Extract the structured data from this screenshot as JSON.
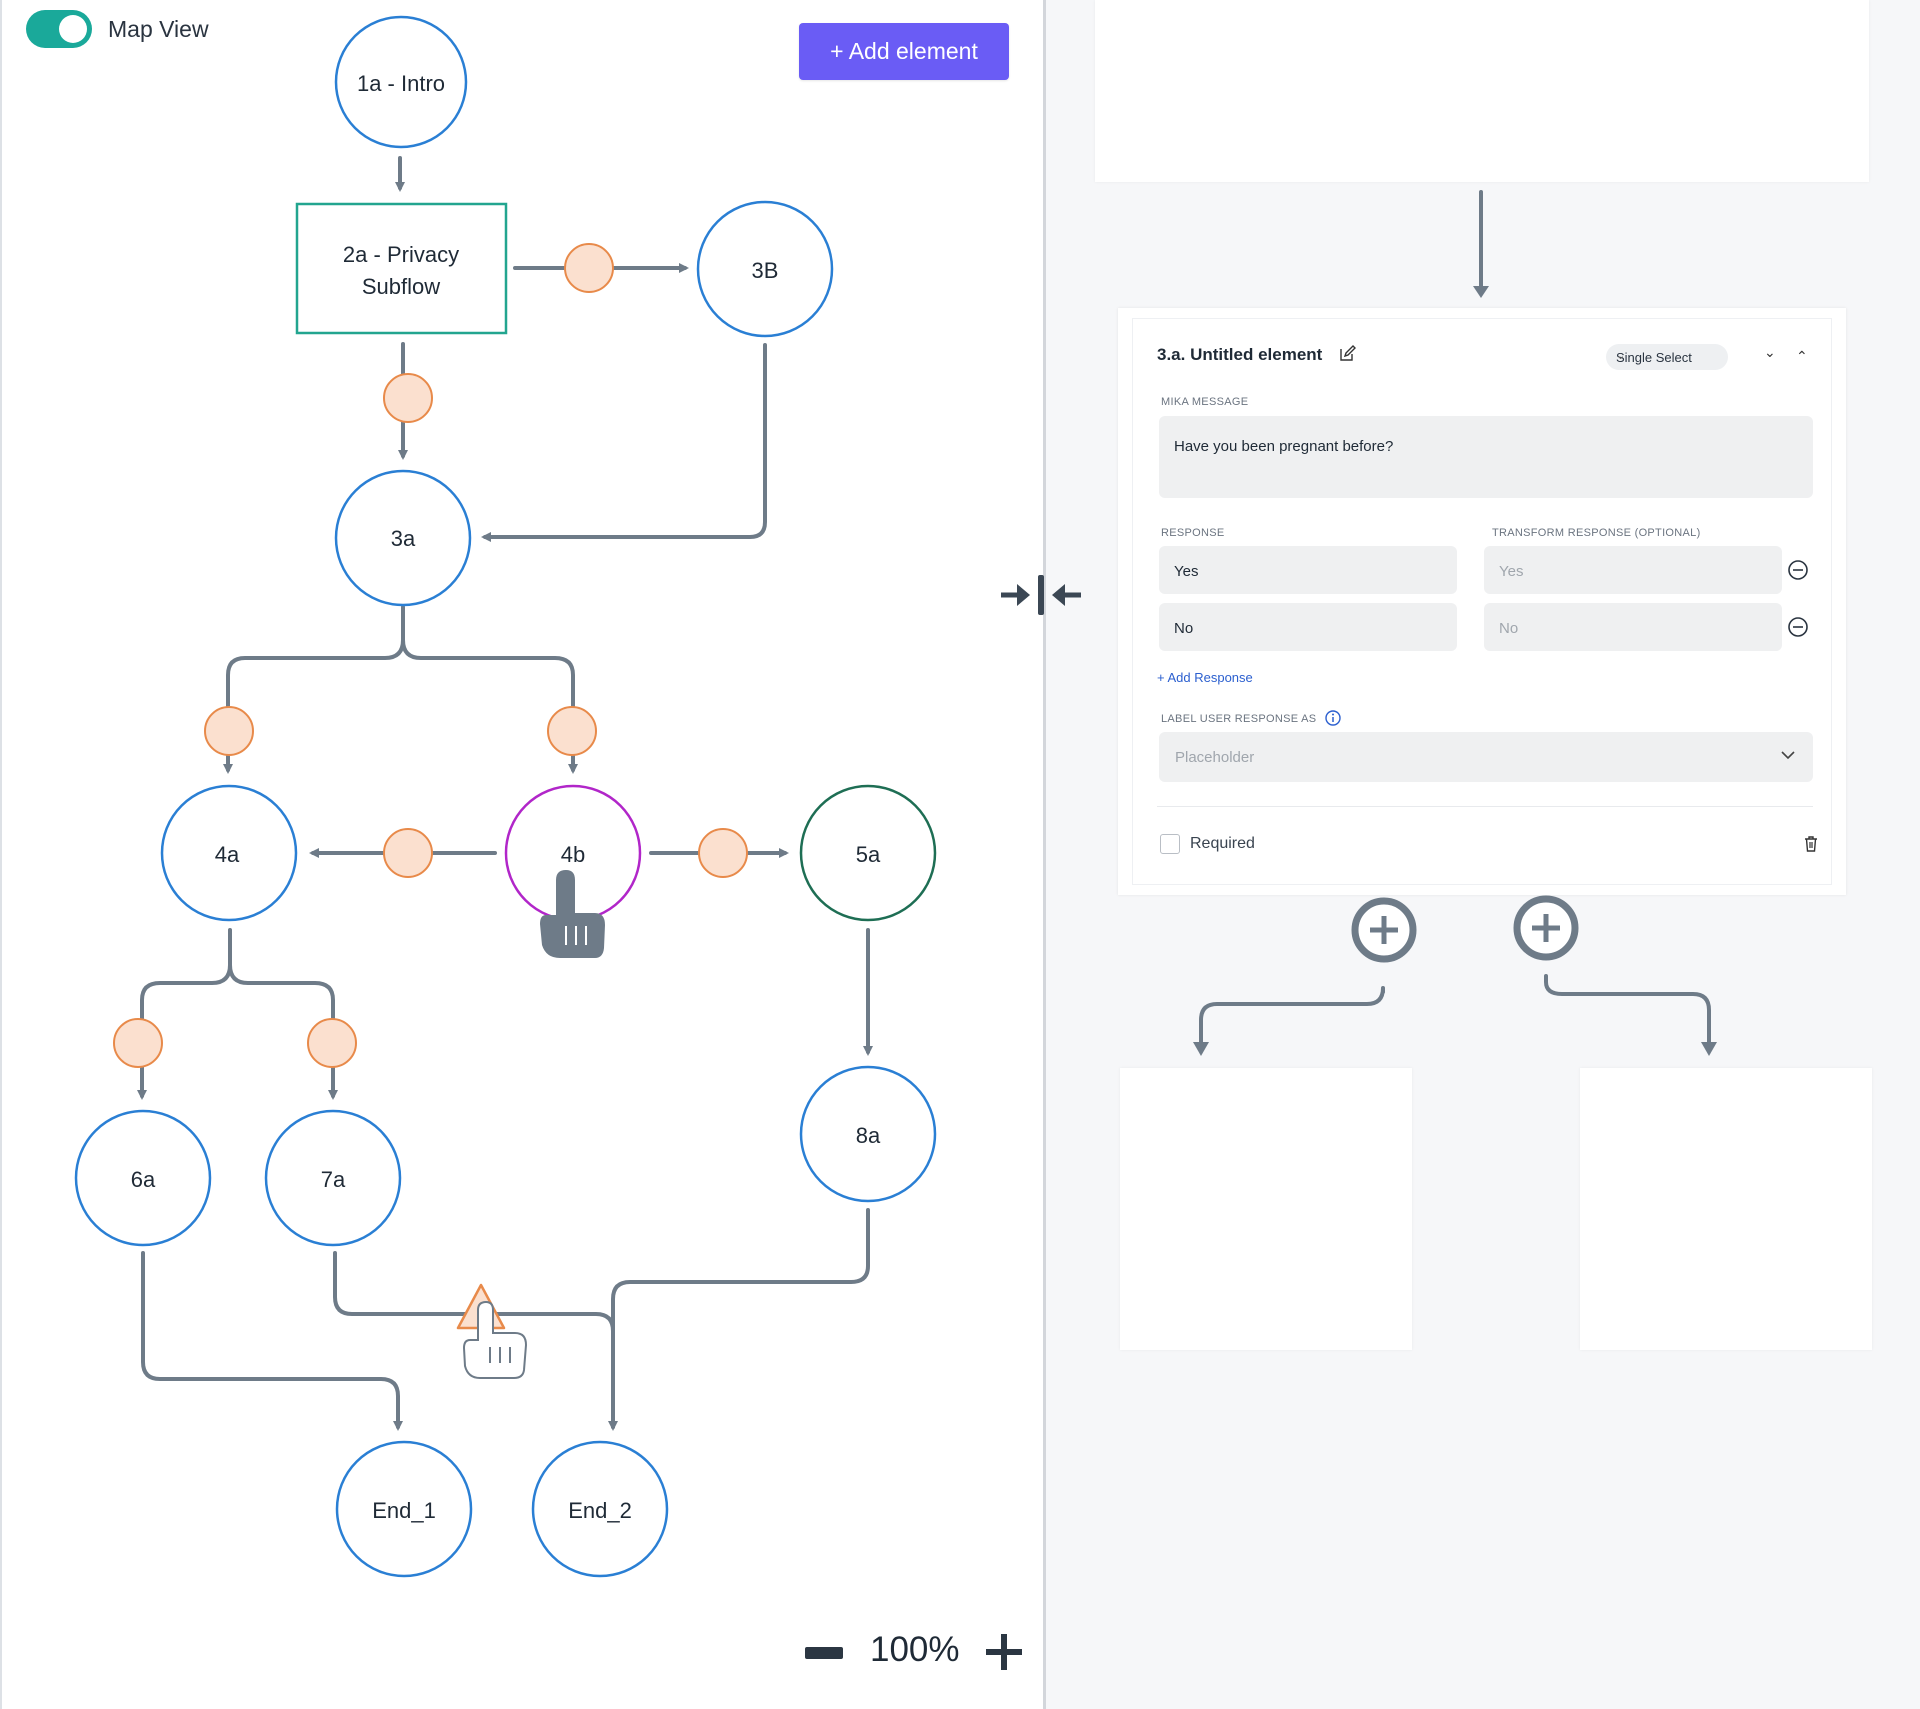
{
  "map_toggle": {
    "label": "Map View",
    "on": true,
    "accent": "#1aa99a"
  },
  "toolbar": {
    "add_element_label": "+ Add element",
    "button_color": "#6a5cf5"
  },
  "flow": {
    "nodes": [
      {
        "id": "1a",
        "label": "1a - Intro"
      },
      {
        "id": "2a",
        "label_line1": "2a - Privacy",
        "label_line2": "Subflow"
      },
      {
        "id": "3B",
        "label": "3B"
      },
      {
        "id": "3a",
        "label": "3a"
      },
      {
        "id": "4a",
        "label": "4a"
      },
      {
        "id": "4b",
        "label": "4b"
      },
      {
        "id": "5a",
        "label": "5a"
      },
      {
        "id": "6a",
        "label": "6a"
      },
      {
        "id": "7a",
        "label": "7a"
      },
      {
        "id": "8a",
        "label": "8a"
      },
      {
        "id": "End_1",
        "label": "End_1"
      },
      {
        "id": "End_2",
        "label": "End_2"
      }
    ],
    "colors": {
      "node_border": "#2a7fd4",
      "subflow_border": "#22a58f",
      "selected_border": "#b126c9",
      "end_border_5a": "#1e6e54",
      "connector_fill": "#fbe0cf",
      "connector_border": "#e88a4a",
      "edge": "#6e7b88"
    }
  },
  "zoom": {
    "level": "100%"
  },
  "editor": {
    "title": "3.a. Untitled element",
    "type": "Single Select",
    "mika_message_label": "MIKA MESSAGE",
    "mika_message": "Have you been pregnant before?",
    "response_label": "RESPONSE",
    "transform_label": "TRANSFORM RESPONSE (OPTIONAL)",
    "responses": [
      {
        "value": "Yes",
        "transform_placeholder": "Yes"
      },
      {
        "value": "No",
        "transform_placeholder": "No"
      }
    ],
    "add_response_label": "+ Add Response",
    "label_as_label": "LABEL USER RESPONSE AS",
    "label_as_placeholder": "Placeholder",
    "required_label": "Required",
    "required_checked": false
  }
}
